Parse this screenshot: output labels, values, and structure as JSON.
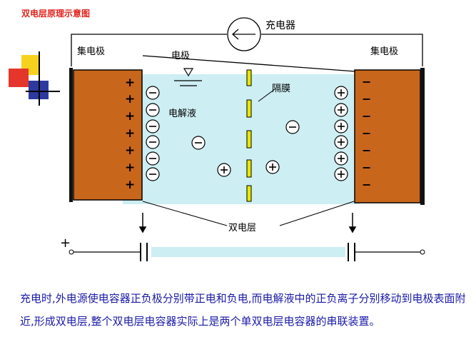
{
  "title": "双电层原理示意图",
  "labels": {
    "charger": "充电器",
    "collector_left": "集电极",
    "collector_right": "集电极",
    "electrode": "电极",
    "separator": "隔膜",
    "electrolyte": "电解液",
    "double_layer": "双电层"
  },
  "signs": {
    "plus": "+",
    "minus": "−"
  },
  "caption": "充电时,外电源使电容器正负极分别带正电和负电,而电解液中的正负离子分别移动到电极表面附近,形成双电层,整个双电层电容器实际上是两个单双电层电容器的串联装置。",
  "colors": {
    "title": "#e0241c",
    "electrode": "#c8661c",
    "electrolyte": "#cdeef3",
    "separator": "#e8e800",
    "caption": "#1a1aa8"
  }
}
